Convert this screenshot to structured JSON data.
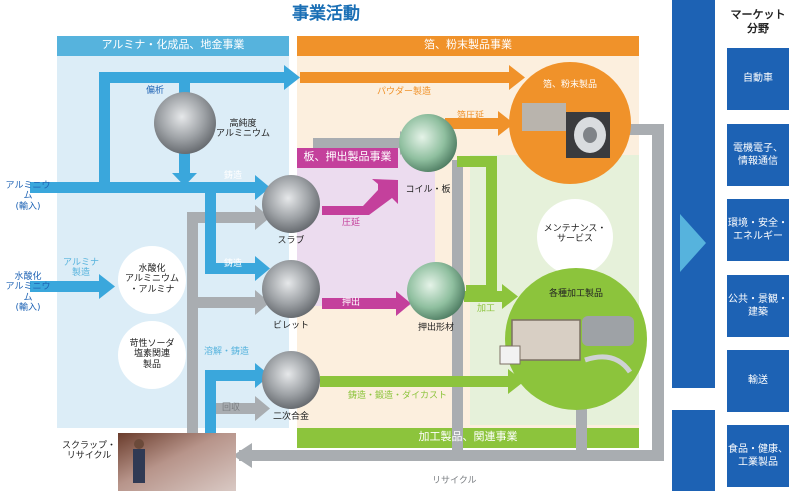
{
  "title": "事業活動",
  "sections": {
    "alumina": "アルミナ・化成品、地金事業",
    "foil": "箔、粉末製品事業",
    "sheet": "板、押出製品事業",
    "processed": "加工製品、関連事業"
  },
  "inputs": {
    "aluminum": "アルミニウム\n(輸入)",
    "hydroxide": "水酸化\nアルミニウム\n(輸入)"
  },
  "nodes": {
    "high_purity": "高純度\nアルミニウム",
    "hydroxide_alumina": "水酸化\nアルミニウム\n・アルミナ",
    "caustic_soda": "苛性ソーダ\n塩素関連\n製品",
    "slab": "スラブ",
    "billet": "ビレット",
    "secondary_alloy": "二次合金",
    "coil_sheet": "コイル・板",
    "extrusion": "押出形材",
    "foil_powder": "箔、粉末製品",
    "maintenance": "メンテナンス・\nサービス",
    "processed_products": "各種加工製品",
    "scrap": "スクラップ・\nリサイクル"
  },
  "flows": {
    "segregation": "偏析",
    "casting1": "鋳造",
    "casting2": "鋳造",
    "alumina_production": "アルミナ\n製造",
    "melt_cast": "溶解・鋳造",
    "recovery": "回収",
    "rolling": "圧延",
    "extrusion": "押出",
    "foil_rolling": "箔圧延",
    "powder": "パウダー製造",
    "processing": "加工",
    "cast_forge": "鋳造・鍛造・ダイカスト",
    "recycle": "リサイクル"
  },
  "market": {
    "title": "マーケット\n分野",
    "items": [
      "自動車",
      "電機電子、\n情報通信",
      "環境・安全・\nエネルギー",
      "公共・景観・\n建築",
      "輸送",
      "食品・健康、\n工業製品"
    ]
  },
  "colors": {
    "blue_arrow": "#3aa7dc",
    "orange": "#f0922a",
    "magenta": "#c4409c",
    "green": "#8cc43c",
    "gray": "#a9adb1",
    "market_blue": "#1d62b4"
  }
}
